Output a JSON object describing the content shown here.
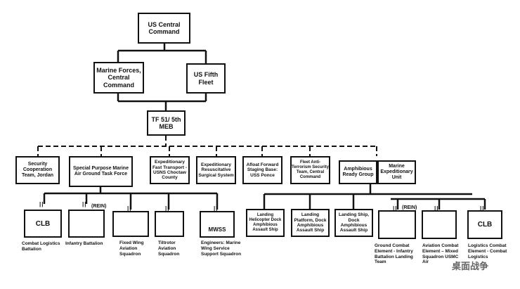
{
  "top": "US Central Command",
  "marines": "Marine Forces, Central Command",
  "fleet": "US Fifth Fleet",
  "tf": "TF 51/ 5th MEB",
  "row2": {
    "sec": "Security Cooperation Team, Jordan",
    "spmagtf": "Special Purpose Marine Air Ground Task Force",
    "eft": "Expeditionary Fast Transport - USNS Choctaw County",
    "ers": "Expeditionary Resuscitative Surgical System",
    "afsb": "Afloat Forward Staging Base: USS Ponce",
    "fast": "Fleet Anti-Terrorism Security Team, Central Command",
    "arg": "Amphibious Ready Group",
    "meu": "Marine Expeditionary Unit"
  },
  "sp_units": {
    "clb": {
      "sym": "CLB",
      "label": "Combat Logistics Battalion"
    },
    "inf": {
      "rein": "(REIN)",
      "label": "Infantry Battalion"
    },
    "fw": {
      "label": "Fixed Wing Aviation Squadron"
    },
    "tilt": {
      "label": "Tiltrotor Aviation Squadron"
    },
    "mwss": {
      "sym": "MWSS",
      "label": "Engineers: Marine Wing Service Support Squadron"
    }
  },
  "ships": {
    "lhd": "Landing Helicopter Dock Amphibious Assault Ship",
    "lpd": "Landing Platform, Dock Amphibious Assault Ship",
    "lsd": "Landing Ship, Dock Amphibious Assault Ship"
  },
  "meu_units": {
    "gce": {
      "rein": "(REIN)",
      "label": "Ground Combat Element - Infantry Battalion Landing Team"
    },
    "ace": {
      "label": "Aviation Combat Element – Mixed Squadron USMC Air"
    },
    "lce": {
      "sym": "CLB",
      "label": "Logistics Combat Element - Combat Logistics"
    }
  },
  "watermark": "桌面战争"
}
